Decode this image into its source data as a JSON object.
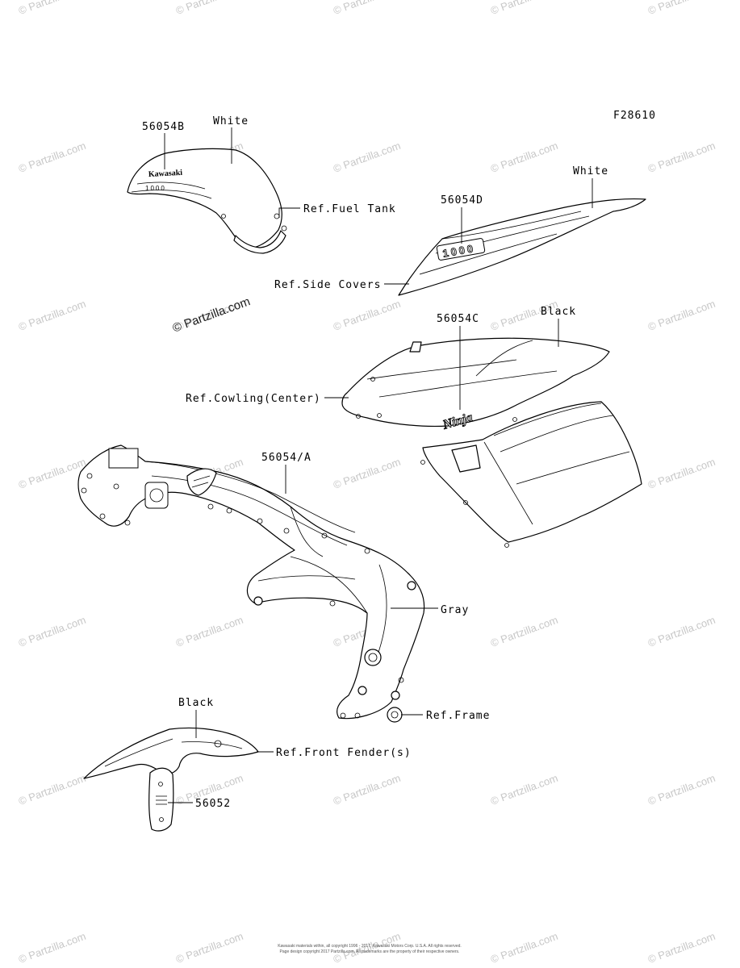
{
  "figure_code": "F28610",
  "labels": {
    "tank_part": "56054B",
    "tank_color": "White",
    "tank_ref": "Ref.Fuel Tank",
    "side_color": "White",
    "side_part": "56054D",
    "side_ref": "Ref.Side Covers",
    "cowl_part": "56054C",
    "cowl_color": "Black",
    "cowl_ref": "Ref.Cowling(Center)",
    "frame_part": "56054/A",
    "frame_color": "Gray",
    "frame_ref": "Ref.Frame",
    "fender_color": "Black",
    "fender_ref": "Ref.Front Fender(s)",
    "fender_part": "56052"
  },
  "decal_text": {
    "tank_brand": "Kawasaki",
    "tank_model": "1000",
    "side_model": "1000",
    "cowl_brand": "Ninja"
  },
  "watermark": {
    "text": "© Partzilla.com",
    "feature_text": "© Partzilla.com"
  },
  "footer": {
    "line1": "Kawasaki materials within, all copyright 1996 - 2017, Kawasaki Motors Corp. U.S.A. All rights reserved.",
    "line2": "Page design copyright 2017 Partzilla.com. All trademarks are the property of their respective owners."
  }
}
